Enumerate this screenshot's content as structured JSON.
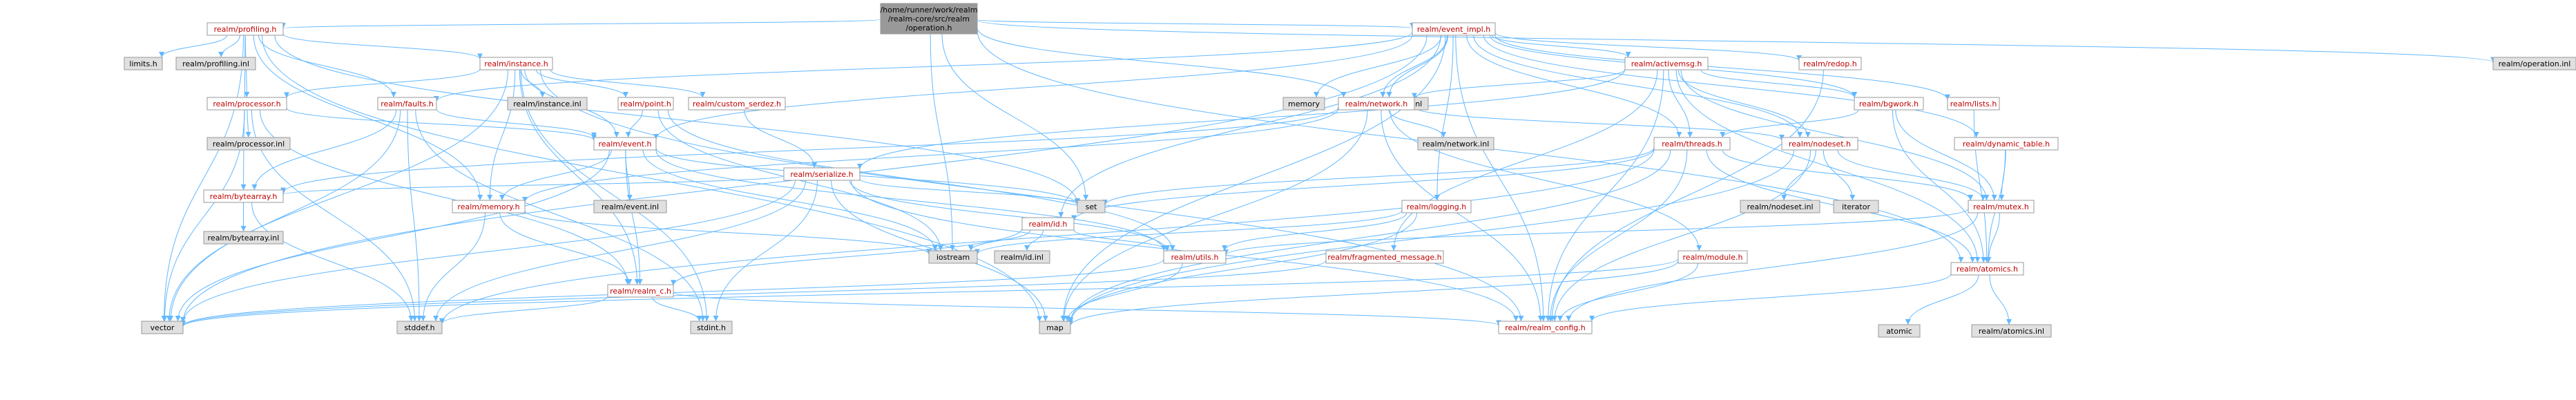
{
  "colors": {
    "root_fill": "#999999",
    "node_fill": "#ffffff",
    "system_fill": "#e0e0e0",
    "node_border": "#999999",
    "link_text": "#bf0000",
    "edge": "#63b8ff"
  },
  "nodes": [
    {
      "id": "root",
      "label": [
        "/home/runner/work/realm",
        "/realm-core/src/realm",
        "/operation.h"
      ],
      "kind": "root"
    },
    {
      "id": "profiling",
      "label": [
        "realm/profiling.h"
      ],
      "kind": "link"
    },
    {
      "id": "event_impl",
      "label": [
        "realm/event_impl.h"
      ],
      "kind": "link"
    },
    {
      "id": "operation_inl",
      "label": [
        "realm/operation.inl"
      ],
      "kind": "system"
    },
    {
      "id": "limits",
      "label": [
        "limits.h"
      ],
      "kind": "system"
    },
    {
      "id": "profiling_inl",
      "label": [
        "realm/profiling.inl"
      ],
      "kind": "system"
    },
    {
      "id": "instance",
      "label": [
        "realm/instance.h"
      ],
      "kind": "link"
    },
    {
      "id": "memory_sys",
      "label": [
        "memory"
      ],
      "kind": "system"
    },
    {
      "id": "event_impl_inl",
      "label": [
        "realm/event_impl.inl"
      ],
      "kind": "system"
    },
    {
      "id": "activemsg",
      "label": [
        "realm/activemsg.h"
      ],
      "kind": "link"
    },
    {
      "id": "redop",
      "label": [
        "realm/redop.h"
      ],
      "kind": "link"
    },
    {
      "id": "processor",
      "label": [
        "realm/processor.h"
      ],
      "kind": "link"
    },
    {
      "id": "faults",
      "label": [
        "realm/faults.h"
      ],
      "kind": "link"
    },
    {
      "id": "instance_inl",
      "label": [
        "realm/instance.inl"
      ],
      "kind": "system"
    },
    {
      "id": "point",
      "label": [
        "realm/point.h"
      ],
      "kind": "link"
    },
    {
      "id": "custom_serdez",
      "label": [
        "realm/custom_serdez.h"
      ],
      "kind": "link"
    },
    {
      "id": "network",
      "label": [
        "realm/network.h"
      ],
      "kind": "link"
    },
    {
      "id": "bgwork",
      "label": [
        "realm/bgwork.h"
      ],
      "kind": "link"
    },
    {
      "id": "lists",
      "label": [
        "realm/lists.h"
      ],
      "kind": "link"
    },
    {
      "id": "processor_inl",
      "label": [
        "realm/processor.inl"
      ],
      "kind": "system"
    },
    {
      "id": "event",
      "label": [
        "realm/event.h"
      ],
      "kind": "link"
    },
    {
      "id": "serialize",
      "label": [
        "realm/serialize.h"
      ],
      "kind": "link"
    },
    {
      "id": "network_inl",
      "label": [
        "realm/network.inl"
      ],
      "kind": "system"
    },
    {
      "id": "threads",
      "label": [
        "realm/threads.h"
      ],
      "kind": "link"
    },
    {
      "id": "nodeset",
      "label": [
        "realm/nodeset.h"
      ],
      "kind": "link"
    },
    {
      "id": "dynamic_table",
      "label": [
        "realm/dynamic_table.h"
      ],
      "kind": "link"
    },
    {
      "id": "memory_h",
      "label": [
        "realm/memory.h"
      ],
      "kind": "link"
    },
    {
      "id": "event_inl",
      "label": [
        "realm/event.inl"
      ],
      "kind": "system"
    },
    {
      "id": "bytearray",
      "label": [
        "realm/bytearray.h"
      ],
      "kind": "link"
    },
    {
      "id": "set",
      "label": [
        "set"
      ],
      "kind": "system"
    },
    {
      "id": "id",
      "label": [
        "realm/id.h"
      ],
      "kind": "link"
    },
    {
      "id": "logging",
      "label": [
        "realm/logging.h"
      ],
      "kind": "link"
    },
    {
      "id": "nodeset_inl",
      "label": [
        "realm/nodeset.inl"
      ],
      "kind": "system"
    },
    {
      "id": "iterator",
      "label": [
        "iterator"
      ],
      "kind": "system"
    },
    {
      "id": "mutex",
      "label": [
        "realm/mutex.h"
      ],
      "kind": "link"
    },
    {
      "id": "bytearray_inl",
      "label": [
        "realm/bytearray.inl"
      ],
      "kind": "system"
    },
    {
      "id": "iostream",
      "label": [
        "iostream"
      ],
      "kind": "system"
    },
    {
      "id": "id_inl",
      "label": [
        "realm/id.inl"
      ],
      "kind": "system"
    },
    {
      "id": "utils",
      "label": [
        "realm/utils.h"
      ],
      "kind": "link"
    },
    {
      "id": "fragmented_message",
      "label": [
        "realm/fragmented_message.h"
      ],
      "kind": "link"
    },
    {
      "id": "module",
      "label": [
        "realm/module.h"
      ],
      "kind": "link"
    },
    {
      "id": "atomics",
      "label": [
        "realm/atomics.h"
      ],
      "kind": "link"
    },
    {
      "id": "realm_c",
      "label": [
        "realm/realm_c.h"
      ],
      "kind": "link"
    },
    {
      "id": "vector",
      "label": [
        "vector"
      ],
      "kind": "system"
    },
    {
      "id": "stddef",
      "label": [
        "stddef.h"
      ],
      "kind": "system"
    },
    {
      "id": "stdint",
      "label": [
        "stdint.h"
      ],
      "kind": "system"
    },
    {
      "id": "map",
      "label": [
        "map"
      ],
      "kind": "system"
    },
    {
      "id": "realm_config",
      "label": [
        "realm/realm_config.h"
      ],
      "kind": "link"
    },
    {
      "id": "atomic",
      "label": [
        "atomic"
      ],
      "kind": "system"
    },
    {
      "id": "atomics_inl",
      "label": [
        "realm/atomics.inl"
      ],
      "kind": "system"
    }
  ],
  "edges": [
    [
      "root",
      "profiling"
    ],
    [
      "root",
      "event_impl"
    ],
    [
      "root",
      "operation_inl"
    ],
    [
      "root",
      "network"
    ],
    [
      "root",
      "set"
    ],
    [
      "root",
      "iostream"
    ],
    [
      "root",
      "atomics"
    ],
    [
      "profiling",
      "limits"
    ],
    [
      "profiling",
      "profiling_inl"
    ],
    [
      "profiling",
      "instance"
    ],
    [
      "profiling",
      "processor"
    ],
    [
      "profiling",
      "faults"
    ],
    [
      "profiling",
      "memory_h"
    ],
    [
      "profiling",
      "bytearray"
    ],
    [
      "profiling",
      "vector"
    ],
    [
      "profiling",
      "set"
    ],
    [
      "profiling",
      "map"
    ],
    [
      "instance",
      "event"
    ],
    [
      "instance",
      "memory_h"
    ],
    [
      "instance",
      "processor"
    ],
    [
      "instance",
      "point"
    ],
    [
      "instance",
      "custom_serdez"
    ],
    [
      "instance",
      "instance_inl"
    ],
    [
      "instance",
      "realm_c"
    ],
    [
      "instance",
      "vector"
    ],
    [
      "instance",
      "stdint"
    ],
    [
      "instance",
      "realm_config"
    ],
    [
      "event_impl",
      "memory_sys"
    ],
    [
      "event_impl",
      "event_impl_inl"
    ],
    [
      "event_impl",
      "activemsg"
    ],
    [
      "event_impl",
      "redop"
    ],
    [
      "event_impl",
      "network"
    ],
    [
      "event_impl",
      "bgwork"
    ],
    [
      "event_impl",
      "lists"
    ],
    [
      "event_impl",
      "threads"
    ],
    [
      "event_impl",
      "nodeset"
    ],
    [
      "event_impl",
      "dynamic_table"
    ],
    [
      "event_impl",
      "faults"
    ],
    [
      "event_impl",
      "event"
    ],
    [
      "event_impl",
      "id"
    ],
    [
      "event_impl",
      "logging"
    ],
    [
      "event_impl",
      "vector"
    ],
    [
      "event_impl",
      "map"
    ],
    [
      "event_impl",
      "realm_config"
    ],
    [
      "activemsg",
      "network"
    ],
    [
      "activemsg",
      "serialize"
    ],
    [
      "activemsg",
      "nodeset"
    ],
    [
      "activemsg",
      "threads"
    ],
    [
      "activemsg",
      "bgwork"
    ],
    [
      "activemsg",
      "fragmented_message"
    ],
    [
      "activemsg",
      "mutex"
    ],
    [
      "activemsg",
      "atomics"
    ],
    [
      "activemsg",
      "realm_config"
    ],
    [
      "redop",
      "realm_config"
    ],
    [
      "processor",
      "event"
    ],
    [
      "processor",
      "processor_inl"
    ],
    [
      "processor",
      "realm_c"
    ],
    [
      "processor",
      "vector"
    ],
    [
      "processor",
      "stddef"
    ],
    [
      "faults",
      "event"
    ],
    [
      "faults",
      "bytearray"
    ],
    [
      "faults",
      "vector"
    ],
    [
      "faults",
      "stddef"
    ],
    [
      "faults",
      "stdint"
    ],
    [
      "point",
      "event"
    ],
    [
      "point",
      "utils"
    ],
    [
      "point",
      "iostream"
    ],
    [
      "custom_serdez",
      "serialize"
    ],
    [
      "network",
      "nodeset"
    ],
    [
      "network",
      "network_inl"
    ],
    [
      "network",
      "module"
    ],
    [
      "network",
      "bytearray"
    ],
    [
      "network",
      "realm_config"
    ],
    [
      "network",
      "map"
    ],
    [
      "network",
      "memory_h"
    ],
    [
      "bgwork",
      "threads"
    ],
    [
      "bgwork",
      "mutex"
    ],
    [
      "bgwork",
      "atomics"
    ],
    [
      "lists",
      "atomics"
    ],
    [
      "event",
      "event_inl"
    ],
    [
      "event",
      "memory_h"
    ],
    [
      "event",
      "realm_c"
    ],
    [
      "event",
      "utils"
    ],
    [
      "event",
      "set"
    ],
    [
      "event",
      "vector"
    ],
    [
      "event",
      "iostream"
    ],
    [
      "serialize",
      "bytearray"
    ],
    [
      "serialize",
      "utils"
    ],
    [
      "serialize",
      "realm_config"
    ],
    [
      "serialize",
      "set"
    ],
    [
      "serialize",
      "map"
    ],
    [
      "serialize",
      "vector"
    ],
    [
      "serialize",
      "stddef"
    ],
    [
      "serialize",
      "stdint"
    ],
    [
      "threads",
      "mutex"
    ],
    [
      "threads",
      "atomics"
    ],
    [
      "threads",
      "id"
    ],
    [
      "threads",
      "set"
    ],
    [
      "threads",
      "realm_config"
    ],
    [
      "threads",
      "stddef"
    ],
    [
      "threads",
      "map"
    ],
    [
      "nodeset",
      "nodeset_inl"
    ],
    [
      "nodeset",
      "iterator"
    ],
    [
      "nodeset",
      "mutex"
    ],
    [
      "nodeset",
      "realm_config"
    ],
    [
      "nodeset",
      "map"
    ],
    [
      "dynamic_table",
      "mutex"
    ],
    [
      "dynamic_table",
      "atomics"
    ],
    [
      "memory_h",
      "realm_c"
    ],
    [
      "memory_h",
      "iostream"
    ],
    [
      "memory_h",
      "stddef"
    ],
    [
      "bytearray",
      "bytearray_inl"
    ],
    [
      "bytearray",
      "stddef"
    ],
    [
      "id",
      "id_inl"
    ],
    [
      "id",
      "utils"
    ],
    [
      "id",
      "iostream"
    ],
    [
      "id",
      "realm_c"
    ],
    [
      "logging",
      "utils"
    ],
    [
      "logging",
      "iostream"
    ],
    [
      "logging",
      "map"
    ],
    [
      "mutex",
      "atomics"
    ],
    [
      "mutex",
      "utils"
    ],
    [
      "mutex",
      "realm_config"
    ],
    [
      "utils",
      "map"
    ],
    [
      "utils",
      "vector"
    ],
    [
      "fragmented_message",
      "vector"
    ],
    [
      "module",
      "vector"
    ],
    [
      "module",
      "map"
    ],
    [
      "module",
      "realm_config"
    ],
    [
      "atomics",
      "atomic"
    ],
    [
      "atomics",
      "atomics_inl"
    ],
    [
      "atomics",
      "realm_config"
    ],
    [
      "realm_c",
      "realm_config"
    ],
    [
      "realm_c",
      "stddef"
    ],
    [
      "realm_c",
      "stdint"
    ]
  ]
}
